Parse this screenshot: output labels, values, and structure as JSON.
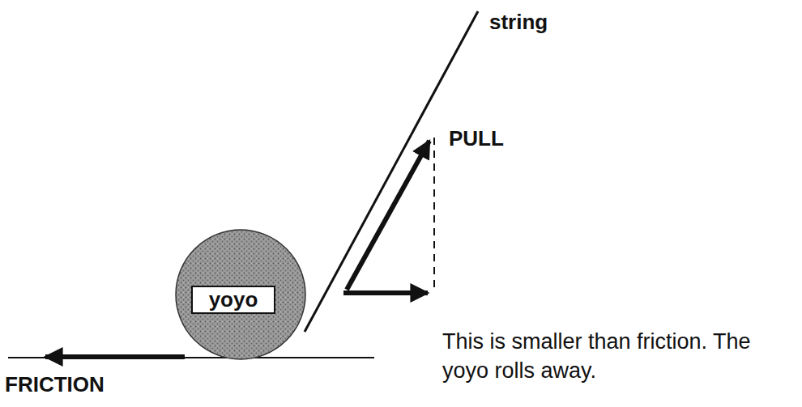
{
  "diagram": {
    "nodes": [
      {
        "text": [
          "yoyo"
        ]
      }
    ],
    "labels": [
      "string",
      "PULL",
      "This is smaller than friction. The yoyo rolls away.",
      "FRICTION"
    ]
  }
}
